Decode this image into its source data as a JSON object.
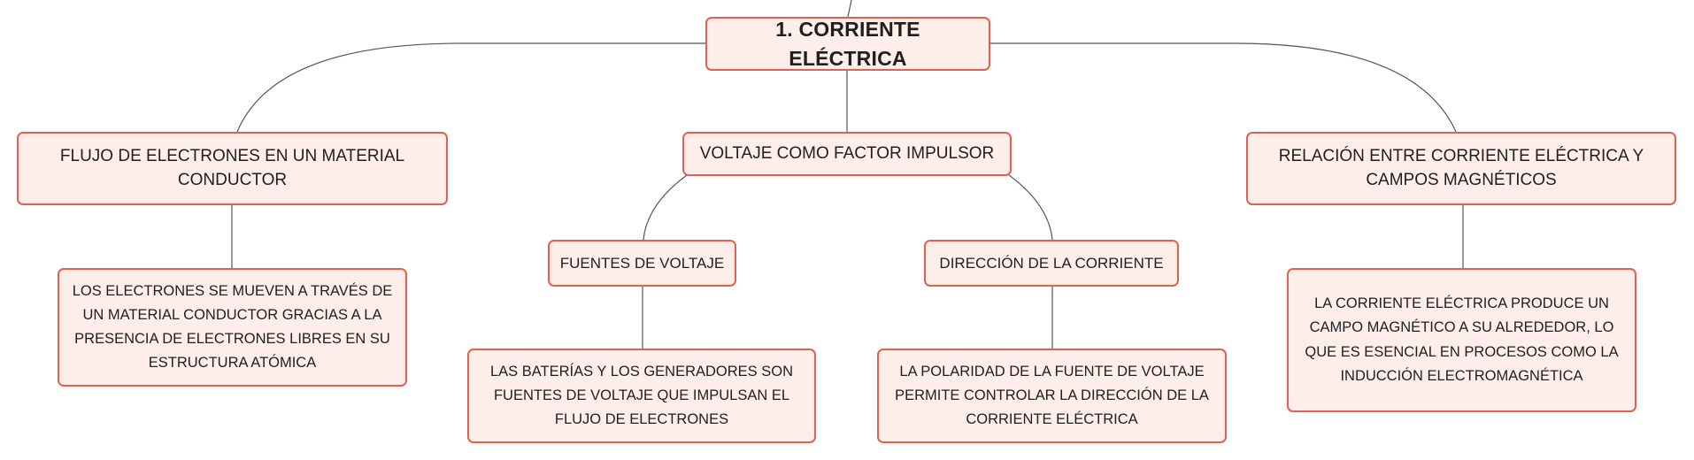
{
  "diagram": {
    "root": {
      "label": "1. CORRIENTE ELÉCTRICA"
    },
    "branches": [
      {
        "label": "FLUJO DE ELECTRONES EN UN MATERIAL CONDUCTOR",
        "detail": "LOS ELECTRONES SE MUEVEN A TRAVÉS DE UN MATERIAL CONDUCTOR GRACIAS A LA PRESENCIA DE ELECTRONES LIBRES EN SU ESTRUCTURA ATÓMICA"
      },
      {
        "label": "VOLTAJE COMO FACTOR IMPULSOR",
        "children": [
          {
            "label": "FUENTES DE VOLTAJE",
            "detail": "LAS BATERÍAS Y LOS GENERADORES SON FUENTES DE VOLTAJE QUE IMPULSAN EL FLUJO DE ELECTRONES"
          },
          {
            "label": "DIRECCIÓN DE LA CORRIENTE",
            "detail": "LA POLARIDAD DE LA FUENTE DE VOLTAJE PERMITE CONTROLAR LA DIRECCIÓN DE LA CORRIENTE ELÉCTRICA"
          }
        ]
      },
      {
        "label": "RELACIÓN ENTRE CORRIENTE ELÉCTRICA Y CAMPOS MAGNÉTICOS",
        "detail": "LA CORRIENTE ELÉCTRICA PRODUCE UN CAMPO MAGNÉTICO A SU ALREDEDOR, LO QUE ES ESENCIAL EN PROCESOS COMO LA INDUCCIÓN ELECTROMAGNÉTICA"
      }
    ]
  },
  "colors": {
    "node_fill": "#fdeeea",
    "node_border": "#e2604f",
    "connector": "#555555",
    "text": "#1f1f1f"
  }
}
